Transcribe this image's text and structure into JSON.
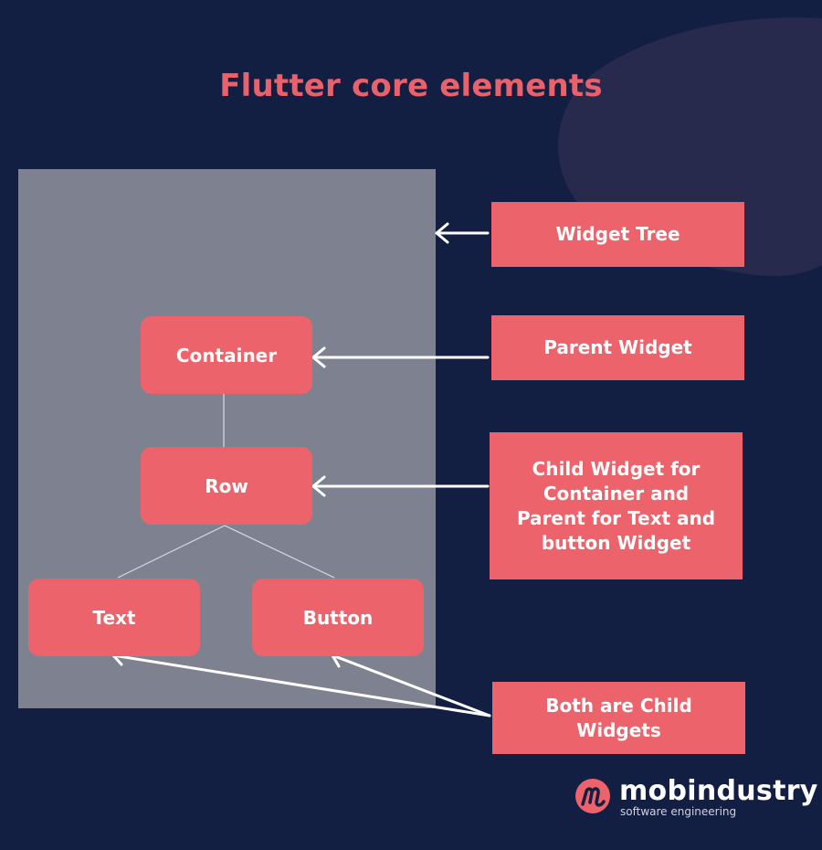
{
  "title": "Flutter core elements",
  "nodes": {
    "container": "Container",
    "row": "Row",
    "text": "Text",
    "button": "Button"
  },
  "labels": {
    "widget_tree": "Widget Tree",
    "parent_widget": "Parent Widget",
    "child_widget": "Child Widget for Container and Parent for Text and button Widget",
    "both_child": "Both are Child Widgets"
  },
  "logo": {
    "name": "mobindustry",
    "tagline": "software engineering"
  },
  "colors": {
    "background": "#131f42",
    "accent": "#ec636c",
    "panel": "#7e8290",
    "title": "#e8616b"
  }
}
